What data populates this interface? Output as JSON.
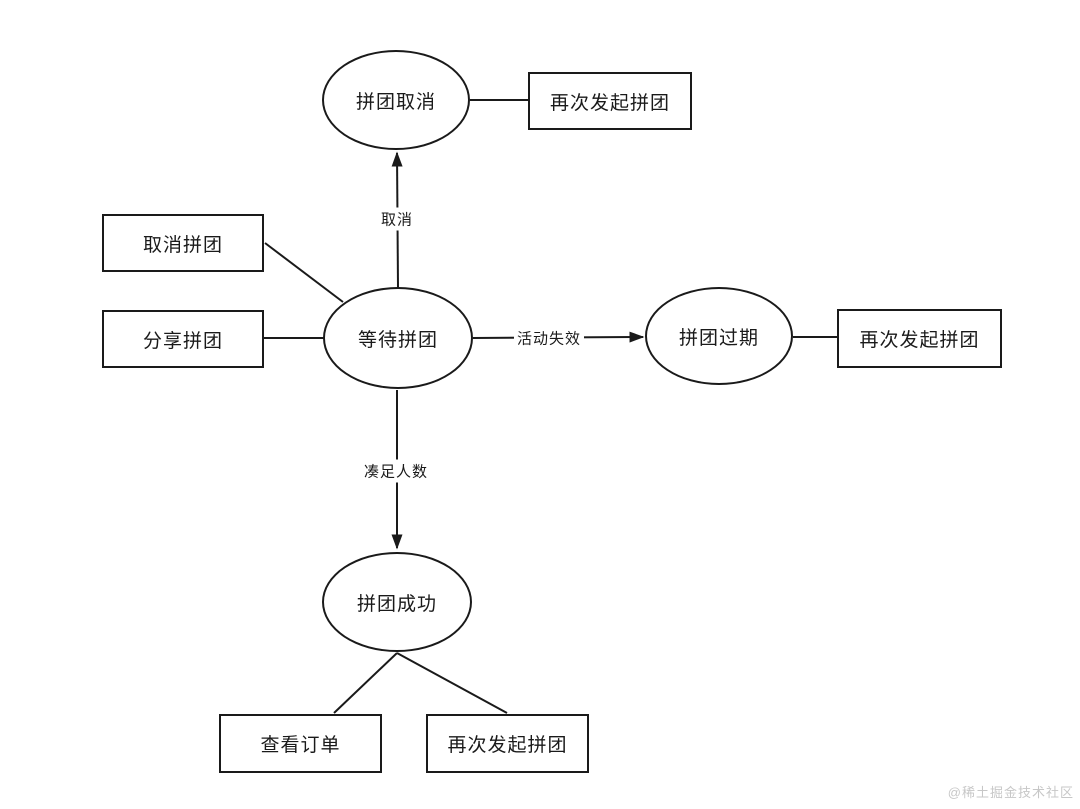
{
  "diagram": {
    "title": "group-buy-state-flow",
    "colors": {
      "stroke": "#1a1a1a",
      "background": "#ffffff",
      "watermark_text": "#c7c7c7"
    },
    "nodes": {
      "group_cancelled": {
        "label": "拼团取消",
        "shape": "ellipse"
      },
      "restart_top": {
        "label": "再次发起拼团",
        "shape": "rect"
      },
      "cancel_group": {
        "label": "取消拼团",
        "shape": "rect"
      },
      "share_group": {
        "label": "分享拼团",
        "shape": "rect"
      },
      "waiting_group": {
        "label": "等待拼团",
        "shape": "ellipse"
      },
      "group_expired": {
        "label": "拼团过期",
        "shape": "ellipse"
      },
      "restart_right": {
        "label": "再次发起拼团",
        "shape": "rect"
      },
      "group_success": {
        "label": "拼团成功",
        "shape": "ellipse"
      },
      "view_order": {
        "label": "查看订单",
        "shape": "rect"
      },
      "restart_bottom": {
        "label": "再次发起拼团",
        "shape": "rect"
      }
    },
    "edge_labels": {
      "cancel": "取消",
      "activity_expired": "活动失效",
      "enough_people": "凑足人数"
    },
    "watermark": "@稀土掘金技术社区"
  }
}
